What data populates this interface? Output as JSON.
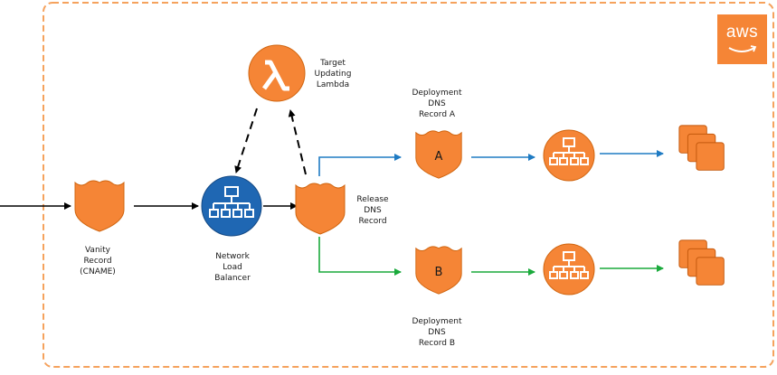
{
  "logo": {
    "text": "aws",
    "color": "#f58536"
  },
  "colors": {
    "orange": "#f58536",
    "orange_dark": "#d0650f",
    "blue_nlb": "#1f67b3",
    "arrow_blue": "#1f7bc3",
    "arrow_green": "#1aaa3c",
    "arrow_black": "#000000",
    "border": "#f5a25d"
  },
  "labels": {
    "vanity": "Vanity\nRecord\n(CNAME)",
    "nlb": "Network\nLoad\nBalancer",
    "lambda": "Target\nUpdating\nLambda",
    "release": "Release\nDNS\nRecord",
    "dep_a": "Deployment\nDNS\nRecord A",
    "dep_b": "Deployment\nDNS\nRecord B"
  },
  "badges": {
    "a": "A",
    "b": "B"
  },
  "icons": {
    "vanity": "route53-hosted-zone-icon",
    "nlb": "network-load-balancer-icon",
    "lambda": "lambda-icon",
    "release": "route53-hosted-zone-icon",
    "dep_a": "route53-record-icon",
    "dep_b": "route53-record-icon",
    "elb_a": "load-balancer-icon",
    "elb_b": "load-balancer-icon",
    "instances_a": "ec2-instances-icon",
    "instances_b": "ec2-instances-icon"
  }
}
